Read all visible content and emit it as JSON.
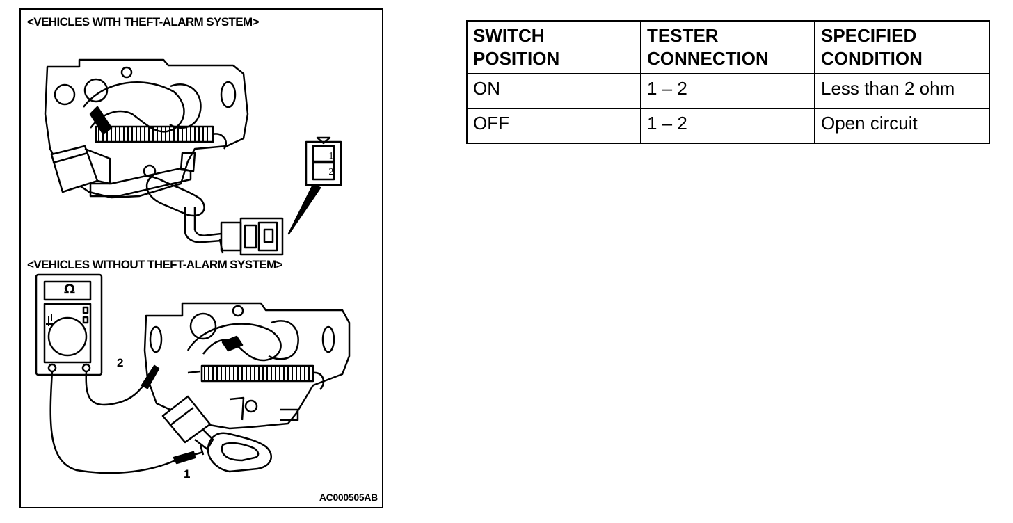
{
  "figure": {
    "caption_top": "<VEHICLES WITH THEFT-ALARM SYSTEM>",
    "caption_bottom": "<VEHICLES WITHOUT THEFT-ALARM SYSTEM>",
    "connector_pins": [
      "1",
      "2"
    ],
    "meter_symbol": "Ω",
    "probe_labels": [
      "2",
      "1"
    ],
    "figure_code": "AC000505AB"
  },
  "table": {
    "headers": [
      [
        "SWITCH",
        "POSITION"
      ],
      [
        "TESTER",
        "CONNECTION"
      ],
      [
        "SPECIFIED",
        "CONDITION"
      ]
    ],
    "rows": [
      [
        "ON",
        "1 – 2",
        "Less than 2 ohm"
      ],
      [
        "OFF",
        "1 – 2",
        "Open circuit"
      ]
    ]
  }
}
